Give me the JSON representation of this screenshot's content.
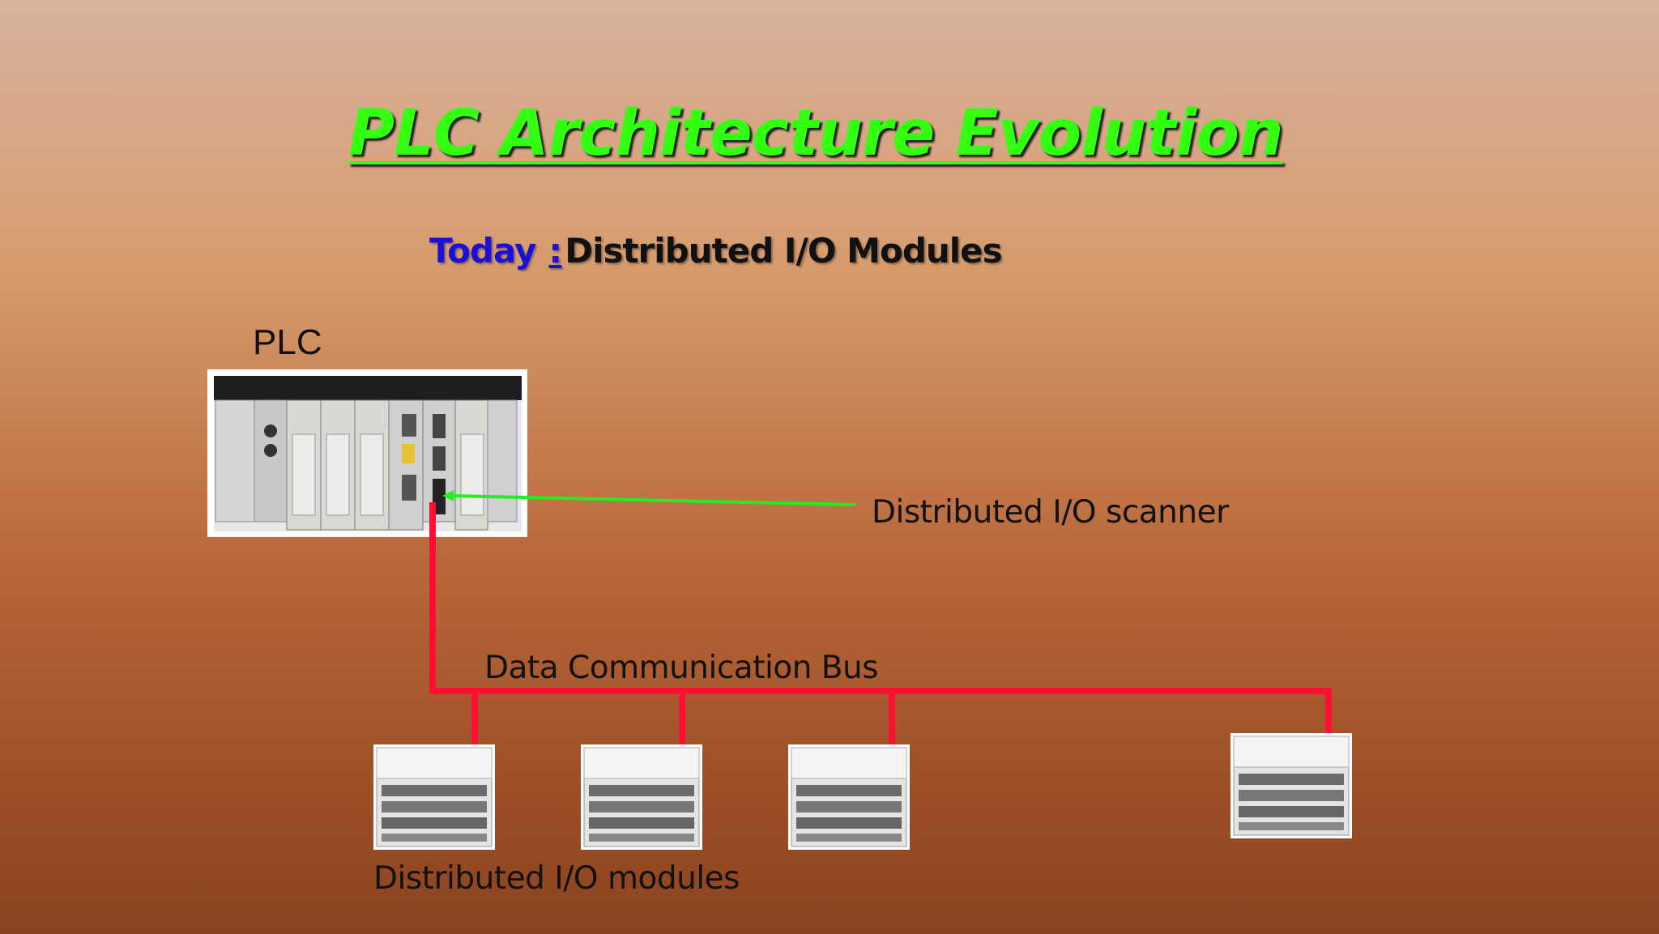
{
  "slide": {
    "title": "PLC Architecture Evolution",
    "subtitle_today": "Today",
    "subtitle_colon": ":",
    "subtitle_rest": "Distributed I/O Modules",
    "plc_label": "PLC",
    "scanner_label": "Distributed I/O scanner",
    "bus_label": "Data Communication Bus",
    "modules_label": "Distributed I/O modules"
  },
  "colors": {
    "title": "#33ff11",
    "today": "#1a10d8",
    "bus": "#ff1033",
    "scanner_arrow": "#22ee22"
  },
  "images": {
    "plc": "plc-rack-image",
    "io_modules": [
      "io-module-image",
      "io-module-image",
      "io-module-image",
      "io-module-image"
    ]
  }
}
